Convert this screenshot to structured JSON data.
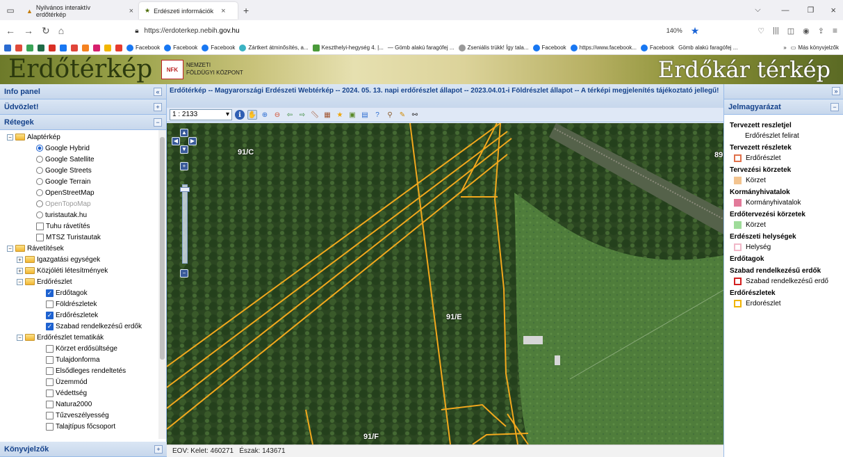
{
  "browser": {
    "tabs": [
      {
        "label": "Nyilvános interaktív erdőtérkép",
        "active": false
      },
      {
        "label": "Erdészeti információk",
        "active": true
      }
    ],
    "url_prefix": "https://erdoterkep.nebih.",
    "url_domain": "gov.hu",
    "zoom": "140%",
    "bookmarks": [
      "Facebook",
      "Facebook",
      "Facebook",
      "Zártkert átminősítés, a...",
      "Keszthelyi-hegység 4. |...",
      "— Gömb alakú faragófej ...",
      "Zseniális trükk! Így tala...",
      "Facebook",
      "https://www.facebook...",
      "Facebook",
      "Gömb alakú faragófej ..."
    ],
    "other_bookmarks": "Más könyvjelzők"
  },
  "banner": {
    "left_title": "Erdőtérkép",
    "logo_text": "NFK",
    "org_line1": "NEMZETI",
    "org_line2": "FÖLDÜGYI KÖZPONT",
    "right_title": "Erdőkár térkép"
  },
  "left_panel": {
    "info": "Info panel",
    "welcome": "Üdvözlet!",
    "layers": "Rétegek",
    "bookmarks": "Könyvjelzők",
    "tree": [
      {
        "type": "folder",
        "label": "Alaptérkép",
        "level": 0
      },
      {
        "type": "radio",
        "label": "Google Hybrid",
        "level": 2,
        "checked": true
      },
      {
        "type": "radio",
        "label": "Google Satellite",
        "level": 2,
        "checked": false
      },
      {
        "type": "radio",
        "label": "Google Streets",
        "level": 2,
        "checked": false
      },
      {
        "type": "radio",
        "label": "Google Terrain",
        "level": 2,
        "checked": false
      },
      {
        "type": "radio",
        "label": "OpenStreetMap",
        "level": 2,
        "checked": false
      },
      {
        "type": "radio",
        "label": "OpenTopoMap",
        "level": 2,
        "checked": false,
        "disabled": true
      },
      {
        "type": "radio",
        "label": "turistautak.hu",
        "level": 2,
        "checked": false
      },
      {
        "type": "check",
        "label": "Tuhu rávetítés",
        "level": 2,
        "checked": false
      },
      {
        "type": "check",
        "label": "MTSZ Turistautak",
        "level": 2,
        "checked": false
      },
      {
        "type": "folder",
        "label": "Rávetítések",
        "level": 0
      },
      {
        "type": "folder",
        "label": "Igazgatási egységek",
        "level": 1,
        "collapsed": true
      },
      {
        "type": "folder",
        "label": "Közjóléti létesítmények",
        "level": 1,
        "collapsed": true
      },
      {
        "type": "folder",
        "label": "Erdőrészlet",
        "level": 1
      },
      {
        "type": "check",
        "label": "Erdőtagok",
        "level": 3,
        "checked": true
      },
      {
        "type": "check",
        "label": "Földrészletek",
        "level": 3,
        "checked": false
      },
      {
        "type": "check",
        "label": "Erdőrészletek",
        "level": 3,
        "checked": true
      },
      {
        "type": "check",
        "label": "Szabad rendelkezésű erdők",
        "level": 3,
        "checked": true
      },
      {
        "type": "folder",
        "label": "Erdőrészlet tematikák",
        "level": 1
      },
      {
        "type": "check",
        "label": "Körzet erdősültsége",
        "level": 3,
        "checked": false
      },
      {
        "type": "check",
        "label": "Tulajdonforma",
        "level": 3,
        "checked": false
      },
      {
        "type": "check",
        "label": "Elsődleges rendeltetés",
        "level": 3,
        "checked": false
      },
      {
        "type": "check",
        "label": "Üzemmód",
        "level": 3,
        "checked": false
      },
      {
        "type": "check",
        "label": "Védettség",
        "level": 3,
        "checked": false
      },
      {
        "type": "check",
        "label": "Natura2000",
        "level": 3,
        "checked": false
      },
      {
        "type": "check",
        "label": "Tűzveszélyesség",
        "level": 3,
        "checked": false
      },
      {
        "type": "check",
        "label": "Talajtípus főcsoport",
        "level": 3,
        "checked": false
      }
    ]
  },
  "map": {
    "title": "Erdőtérkép -- Magyarországi Erdészeti Webtérkép -- 2024. 05. 13. napi erdőrészlet állapot -- 2023.04.01-i Földrészlet állapot -- A térképi megjelenítés tájékoztató jellegű!",
    "scale": "1 : 2133",
    "labels": [
      "91/C",
      "91/E",
      "91/F",
      "89"
    ],
    "status_east_label": "EOV: Kelet:",
    "status_east": "460271",
    "status_north_label": "Észak:",
    "status_north": "143671"
  },
  "legend": {
    "title": "Jelmagyarázat",
    "groups": [
      {
        "heading": "Tervezett reszletjel",
        "item": "Erdőrészlet felirat",
        "swatch": "none"
      },
      {
        "heading": "Tervezett részletek",
        "item": "Erdőrészlet",
        "swatch": "#e0704a",
        "outline": true
      },
      {
        "heading": "Tervezési körzetek",
        "item": "Körzet",
        "swatch": "#f3c48f",
        "outline": false
      },
      {
        "heading": "Kormányhivatalok",
        "item": "Kormányhivatalok",
        "swatch": "#e27a9a",
        "outline": false
      },
      {
        "heading": "Erdőtervezési körzetek",
        "item": "Körzet",
        "swatch": "#9fdc9a",
        "outline": false
      },
      {
        "heading": "Erdészeti helységek",
        "item": "Helység",
        "swatch": "#f1b8c8",
        "outline": true
      },
      {
        "heading": "Erdőtagok",
        "item": "",
        "swatch": "none"
      },
      {
        "heading": "Szabad rendelkezésű erdők",
        "item": "Szabad rendelkezésű erdő",
        "swatch": "#d21f1f",
        "outline": true
      },
      {
        "heading": "Erdőrészletek",
        "item": "Erdorészlet",
        "swatch": "#f0b400",
        "outline": true
      }
    ]
  },
  "colors": {
    "panel_header": "#15428b",
    "parcel_line": "#f2a81d",
    "forest": "#2d4a23",
    "meadow": "#4c7a3a"
  }
}
